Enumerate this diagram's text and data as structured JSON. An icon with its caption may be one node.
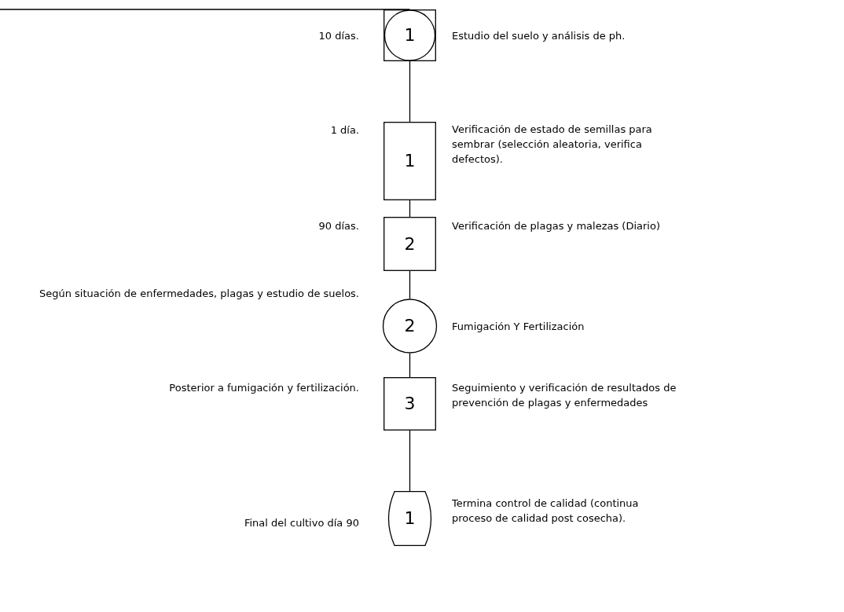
{
  "diagram": {
    "nodes": [
      {
        "text": [
          "1"
        ],
        "beside": [
          "10 días.",
          "Estudio del suelo y análisis de ph."
        ]
      },
      {
        "text": [
          "1"
        ],
        "beside": [
          "1 día.",
          "Verificación de estado de semillas para sembrar (selección aleatoria, verifica defectos)."
        ]
      },
      {
        "text": [
          "2"
        ],
        "beside": [
          "90 días.",
          "Verificación  de plagas y malezas (Diario)"
        ]
      },
      {
        "text": [
          "2"
        ],
        "beside": [
          "Según situación de enfermedades, plagas y estudio de suelos.",
          "Fumigación Y Fertilización"
        ]
      },
      {
        "text": [
          "3"
        ],
        "beside": [
          "Posterior a fumigación y fertilización.",
          "Seguimiento y verificación de resultados de prevención de plagas y enfermedades"
        ]
      },
      {
        "text": [
          "1"
        ],
        "beside": [
          "Final del cultivo día 90",
          "Termina control de calidad (continua proceso de calidad post cosecha)."
        ]
      }
    ],
    "edges": [
      {
        "from": null,
        "to": 0,
        "arrow": "none"
      },
      {
        "from": 0,
        "to": 1,
        "arrow": "none"
      },
      {
        "from": 1,
        "to": 2,
        "arrow": "none"
      },
      {
        "from": 2,
        "to": 3,
        "arrow": "none"
      },
      {
        "from": 3,
        "to": 4,
        "arrow": "none"
      },
      {
        "from": 4,
        "to": 5,
        "arrow": "none"
      }
    ]
  }
}
